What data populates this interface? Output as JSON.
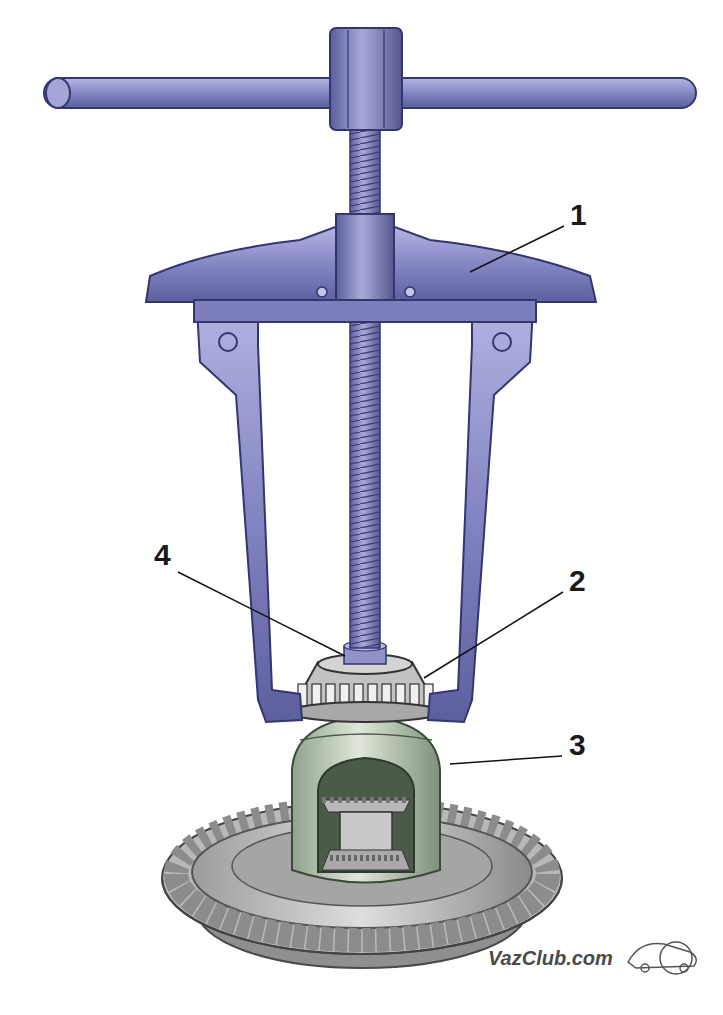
{
  "diagram": {
    "labels": [
      "1",
      "2",
      "3",
      "4",
      "VazClub.com"
    ]
  }
}
